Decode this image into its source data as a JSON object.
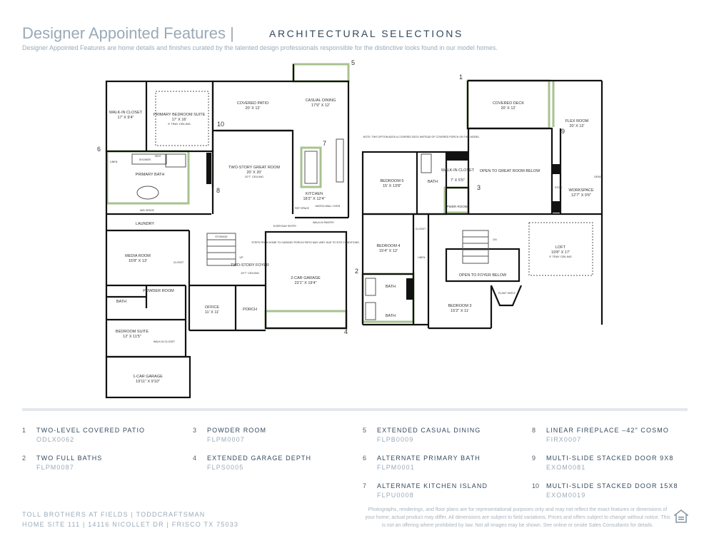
{
  "header": {
    "title": "Designer Appointed Features |",
    "section": "ARCHITECTURAL SELECTIONS",
    "subtitle": "Designer Appointed Features are home details and finishes curated by the talented design professionals responsible for the distinctive looks found in our model homes."
  },
  "colors": {
    "highlight": "#a9c290",
    "wall": "#111111",
    "accent_text": "#33485d",
    "muted_text": "#9aaab8"
  },
  "floorplan": {
    "first_floor": {
      "rooms": [
        {
          "name": "WALK-IN CLOSET",
          "dim": "17' X 9'4\""
        },
        {
          "name": "PRIMARY BEDROOM SUITE",
          "dim": "17' X 16'",
          "note": "9' TRAY CEILING"
        },
        {
          "name": "COVERED PATIO",
          "dim": "20' X 12'"
        },
        {
          "name": "CASUAL DINING",
          "dim": "17'9\" X 12'"
        },
        {
          "name": "PRIMARY BATH"
        },
        {
          "name": "TWO-STORY GREAT ROOM",
          "dim": "20' X 20'",
          "note": "20'7\" CEILING"
        },
        {
          "name": "KITCHEN",
          "dim": "18'2\" X 12'4\""
        },
        {
          "name": "LAUNDRY"
        },
        {
          "name": "MEDIA ROOM",
          "dim": "15'8\" X 13'"
        },
        {
          "name": "TWO-STORY FOYER",
          "note": "19'7\" CEILING"
        },
        {
          "name": "2-CAR GARAGE",
          "dim": "23'1\" X 19'4\""
        },
        {
          "name": "POWDER ROOM"
        },
        {
          "name": "BATH"
        },
        {
          "name": "OFFICE",
          "dim": "11' X 11'"
        },
        {
          "name": "PORCH"
        },
        {
          "name": "BEDROOM SUITE",
          "dim": "12' X 11'5\""
        },
        {
          "name": "1-CAR GARAGE",
          "dim": "19'11\" X 9'10\""
        }
      ],
      "labels": {
        "linen": "LINEN",
        "shower": "SHOWER",
        "seat": "SEAT",
        "wd": "W/D SPACE",
        "closet": "CLOSET",
        "walkin": "WALK-IN CLOSET",
        "up": "UP",
        "pantry": "WALK-IN PANTRY",
        "micro": "MICRO/ WALL OVEN",
        "ref": "REF SPACE",
        "everyday": "EVERYDAY ENTRY",
        "storage": "STORAGE",
        "steps": "STEPS FROM HOME TO GARAGE/ PORCH/ PATIO MAY VARY DUE TO SITE CONDITIONS."
      }
    },
    "second_floor": {
      "rooms": [
        {
          "name": "COVERED DECK",
          "dim": "20' X 12'"
        },
        {
          "name": "FLEX ROOM",
          "dim": "20' X 12'"
        },
        {
          "name": "BEDROOM 5",
          "dim": "15' X 13'8\""
        },
        {
          "name": "BATH"
        },
        {
          "name": "WALK-IN CLOSET",
          "dim": "7' X 5'5\""
        },
        {
          "name": "OPEN TO GREAT ROOM BELOW"
        },
        {
          "name": "WORKSPACE",
          "dim": "12'7\" X 9'6\""
        },
        {
          "name": "PWDR ROOM"
        },
        {
          "name": "BEDROOM 4",
          "dim": "15'4\" X 12'"
        },
        {
          "name": "LOFT",
          "dim": "19'8\" X 17'",
          "note": "9' TRAY CEILING"
        },
        {
          "name": "OPEN TO FOYER BELOW"
        },
        {
          "name": "BATH"
        },
        {
          "name": "BATH"
        },
        {
          "name": "BEDROOM 3",
          "dim": "15'2\" X 11'"
        }
      ],
      "labels": {
        "note": "NOTE: THIS OPTION ADDS A COVERED DECK INSTEAD OF COVERED PORCH ON THIS MODEL",
        "closet": "CLOSET",
        "linen": "LINEN",
        "desk": "DESK",
        "stor": "STOR",
        "dn": "DN",
        "plant": "PLANT SHELF"
      }
    },
    "markers": [
      "1",
      "2",
      "3",
      "4",
      "5",
      "6",
      "7",
      "8",
      "9",
      "10"
    ]
  },
  "legend": [
    {
      "num": "1",
      "name": "TWO-LEVEL COVERED PATIO",
      "code": "ODLX0062"
    },
    {
      "num": "2",
      "name": "TWO FULL BATHS",
      "code": "FLPM0087"
    },
    {
      "num": "3",
      "name": "POWDER ROOM",
      "code": "FLPM0007"
    },
    {
      "num": "4",
      "name": "EXTENDED GARAGE DEPTH",
      "code": "FLPS0005"
    },
    {
      "num": "5",
      "name": "EXTENDED CASUAL DINING",
      "code": "FLPB0009"
    },
    {
      "num": "6",
      "name": "ALTERNATE PRIMARY BATH",
      "code": "FLPM0001"
    },
    {
      "num": "7",
      "name": "ALTERNATE KITCHEN ISLAND",
      "code": "FLPU0008"
    },
    {
      "num": "8",
      "name": "LINEAR FIREPLACE –42\" COSMO",
      "code": "FIRX0007"
    },
    {
      "num": "9",
      "name": "MULTI-SLIDE STACKED DOOR 9X8",
      "code": "EXOM0081"
    },
    {
      "num": "10",
      "name": "MULTI-SLIDE STACKED DOOR 15X8",
      "code": "EXOM0019"
    }
  ],
  "footer": {
    "line1": "TOLL BROTHERS AT FIELDS | TODDCRAFTSMAN",
    "line2": "HOME SITE 111 | 14116 NICOLLET DR | FRISCO TX 75033",
    "disclaimer": "Photographs, renderings, and floor plans are for representational purposes only and may not reflect the exact features or dimensions of your home; actual product may differ. All dimensions are subject to field variations. Prices and offers subject to change without notice. This is not an offering where prohibited by law. Not all images may be shown. See online or onsite Sales Consultants for details.",
    "logo_icon": "equal-housing-icon"
  }
}
